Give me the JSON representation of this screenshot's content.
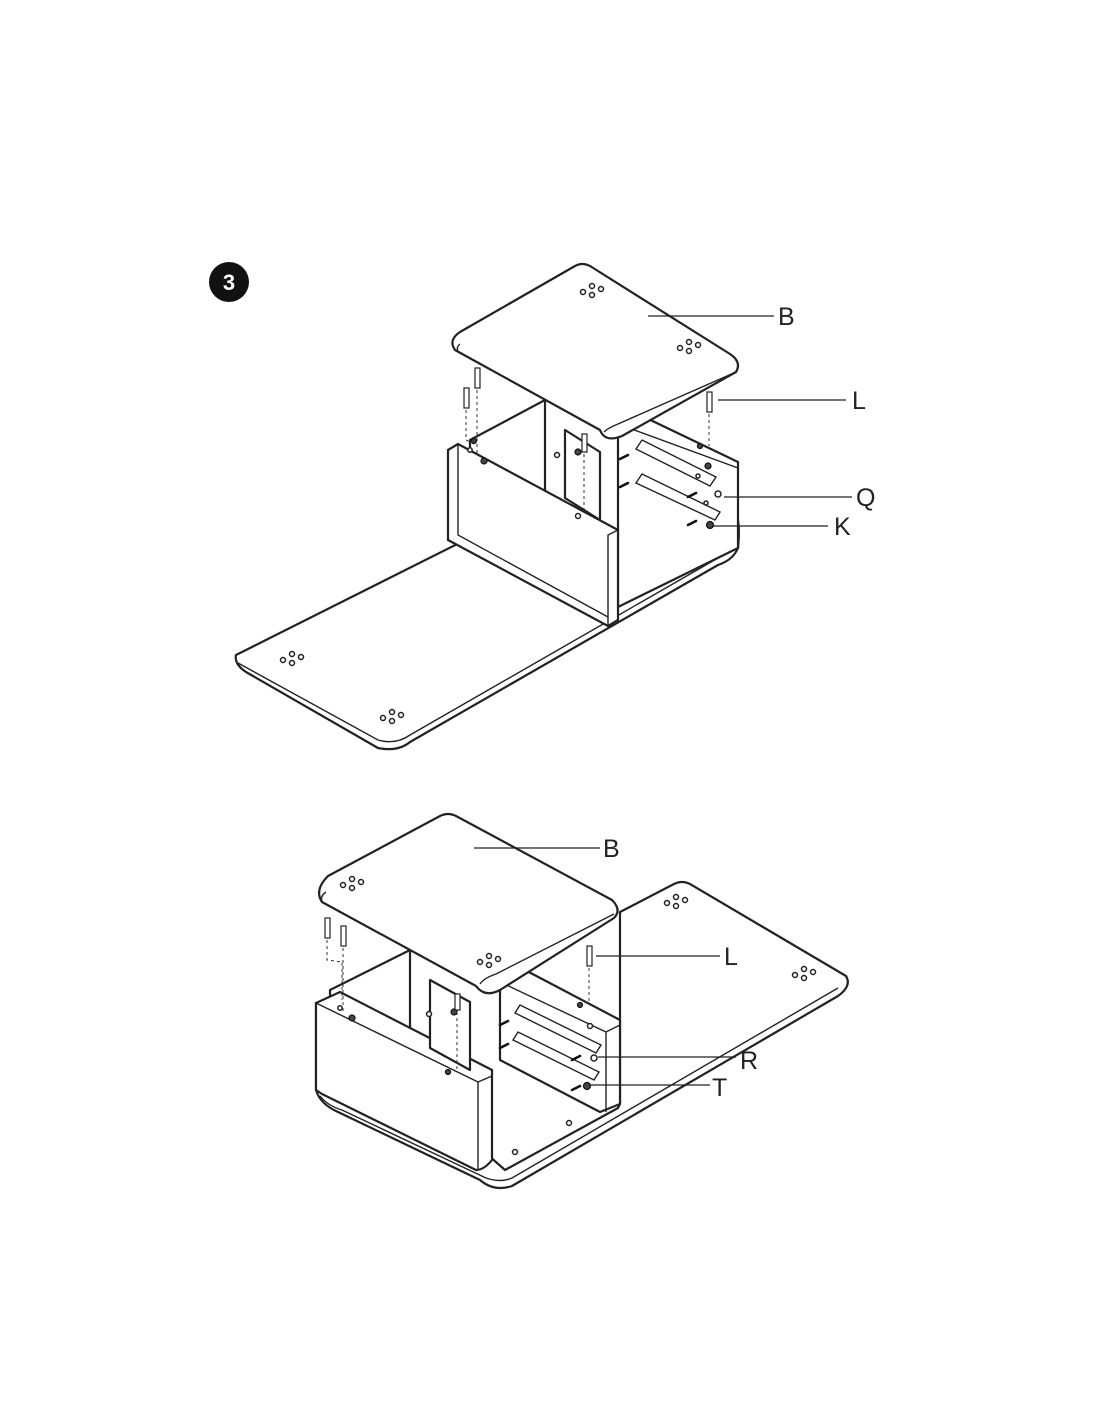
{
  "step": {
    "number": "3"
  },
  "top_assembly": {
    "labels": {
      "B": "B",
      "L": "L",
      "Q": "Q",
      "K": "K"
    }
  },
  "bottom_assembly": {
    "labels": {
      "B": "B",
      "L": "L",
      "R": "R",
      "T": "T"
    }
  }
}
